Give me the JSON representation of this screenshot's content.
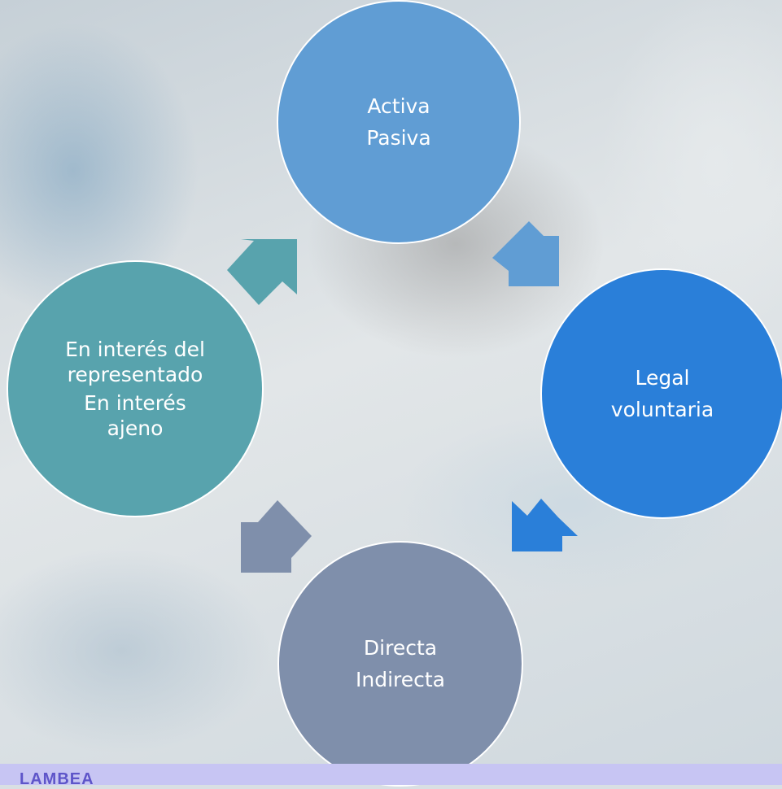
{
  "diagram": {
    "nodes": [
      {
        "id": "top",
        "lines": [
          "Activa",
          "Pasiva"
        ],
        "color": "#609dd4"
      },
      {
        "id": "right",
        "lines": [
          "Legal",
          "voluntaria"
        ],
        "color": "#2a7fd9"
      },
      {
        "id": "bottom",
        "lines": [
          "Directa",
          "Indirecta"
        ],
        "color": "#7f8fab"
      },
      {
        "id": "left",
        "lines": [
          "En interés del representado",
          "En interés ajeno"
        ],
        "color": "#58a3ad"
      }
    ],
    "arrows": [
      {
        "from": "top",
        "to": "right",
        "color": "#609dd4"
      },
      {
        "from": "right",
        "to": "bottom",
        "color": "#2a7fd9"
      },
      {
        "from": "bottom",
        "to": "left",
        "color": "#7f8fab"
      },
      {
        "from": "left",
        "to": "top",
        "color": "#58a3ad"
      }
    ]
  },
  "footer": {
    "text": "LAMBEA"
  }
}
